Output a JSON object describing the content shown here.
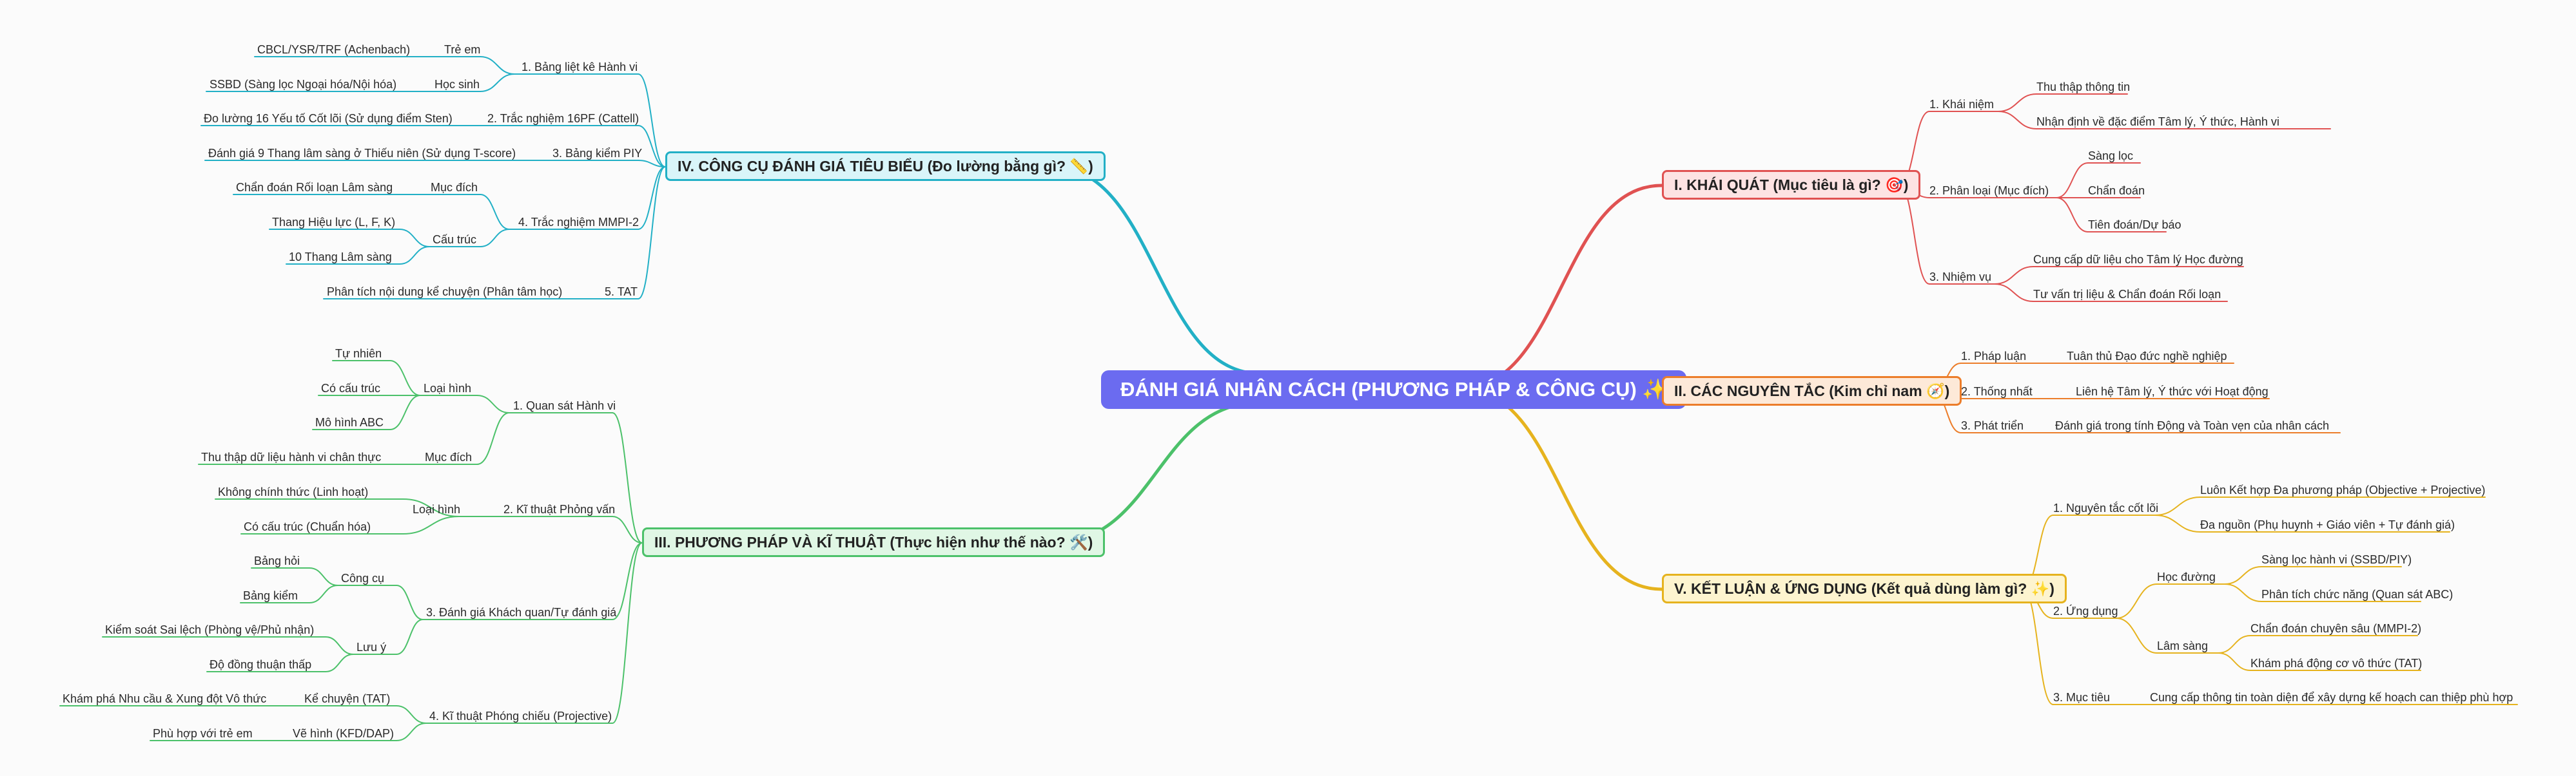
{
  "root": {
    "text": "ĐÁNH GIÁ NHÂN CÁCH (PHƯƠNG PHÁP & CÔNG CỤ) ✨"
  },
  "branches": {
    "b1": "I. KHÁI QUÁT (Mục tiêu là gì? 🎯)",
    "b2": "II. CÁC NGUYÊN TẮC (Kim chỉ nam 🧭)",
    "b5": "V. KẾT LUẬN & ỨNG DỤNG (Kết quả dùng làm gì? ✨)",
    "b3": "III. PHƯƠNG PHÁP VÀ KĨ THUẬT (Thực hiện như thế nào? 🛠️)",
    "b4": "IV. CÔNG CỤ ĐÁNH GIÁ TIÊU BIỂU (Đo lường bằng gì? 📏)"
  },
  "b1": {
    "c1": "1. Khái niệm",
    "c1a": "Thu thập thông tin",
    "c1b": "Nhận định về đặc điểm Tâm lý, Ý thức, Hành vi",
    "c2": "2. Phân loại (Mục đích)",
    "c2a": "Sàng lọc",
    "c2b": "Chẩn đoán",
    "c2c": "Tiên đoán/Dự báo",
    "c3": "3. Nhiệm vụ",
    "c3a": "Cung cấp dữ liệu cho Tâm lý Học đường",
    "c3b": "Tư vấn trị liệu & Chẩn đoán Rối loạn"
  },
  "b2": {
    "c1": "1. Pháp luận",
    "c1a": "Tuân thủ Đạo đức nghề nghiệp",
    "c2": "2. Thống nhất",
    "c2a": "Liên hệ Tâm lý, Ý thức với Hoạt động",
    "c3": "3. Phát triển",
    "c3a": "Đánh giá trong tính Động và Toàn vẹn của nhân cách"
  },
  "b5": {
    "c1": "1. Nguyên tắc cốt lõi",
    "c1a": "Luôn Kết hợp Đa phương pháp (Objective + Projective)",
    "c1b": "Đa nguồn (Phụ huynh + Giáo viên + Tự đánh giá)",
    "c2": "2. Ứng dụng",
    "c2a": "Học đường",
    "c2a1": "Sàng lọc hành vi (SSBD/PIY)",
    "c2a2": "Phân tích chức năng (Quan sát ABC)",
    "c2b": "Lâm sàng",
    "c2b1": "Chẩn đoán chuyên sâu (MMPI-2)",
    "c2b2": "Khám phá động cơ vô thức (TAT)",
    "c3": "3. Mục tiêu",
    "c3a": "Cung cấp thông tin toàn diện để xây dựng kế hoạch can thiệp phù hợp"
  },
  "b4": {
    "c1": "1. Bảng liệt kê Hành vi",
    "c1a": "Trẻ em",
    "c1a1": "CBCL/YSR/TRF (Achenbach)",
    "c1b": "Học sinh",
    "c1b1": "SSBD (Sàng lọc Ngoại hóa/Nội hóa)",
    "c2": "2. Trắc nghiệm 16PF (Cattell)",
    "c2a": "Đo lường 16 Yếu tố Cốt lõi (Sử dụng điểm Sten)",
    "c3": "3. Bảng kiểm PIY",
    "c3a": "Đánh giá 9 Thang lâm sàng ở Thiếu niên (Sử dụng T-score)",
    "c4": "4. Trắc nghiệm MMPI-2",
    "c4a": "Mục đích",
    "c4a1": "Chẩn đoán Rối loạn Lâm sàng",
    "c4b": "Cấu trúc",
    "c4b1": "Thang Hiệu lực (L, F, K)",
    "c4b2": "10 Thang Lâm sàng",
    "c5": "5. TAT",
    "c5a": "Phân tích nội dung kể chuyện (Phân tâm học)"
  },
  "b3": {
    "c1": "1. Quan sát Hành vi",
    "c1a": "Loại hình",
    "c1a1": "Tự nhiên",
    "c1a2": "Có cấu trúc",
    "c1a3": "Mô hình ABC",
    "c1b": "Mục đích",
    "c1b1": "Thu thập dữ liệu hành vi chân thực",
    "c2": "2. Kĩ thuật Phỏng vấn",
    "c2a": "Loại hình",
    "c2a1": "Không chính thức (Linh hoạt)",
    "c2a2": "Có cấu trúc (Chuẩn hóa)",
    "c3": "3. Đánh giá Khách quan/Tự đánh giá",
    "c3a": "Công cụ",
    "c3a1": "Bảng hỏi",
    "c3a2": "Bảng kiểm",
    "c3b": "Lưu ý",
    "c3b1": "Kiểm soát Sai lệch (Phòng vệ/Phủ nhận)",
    "c3b2": "Độ đồng thuận thấp",
    "c4": "4. Kĩ thuật Phóng chiếu (Projective)",
    "c4a": "Kể chuyện (TAT)",
    "c4a1": "Khám phá Nhu cầu & Xung đột Vô thức",
    "c4b": "Vẽ hình (KFD/DAP)",
    "c4b1": "Phù hợp với trẻ em"
  },
  "colors": {
    "root": "#6b6bf0",
    "b1": "#e05252",
    "b1_fill": "#fde3e3",
    "b2": "#ec7d2a",
    "b2_fill": "#fde9d8",
    "b5": "#e6b31e",
    "b5_fill": "#fdf4cf",
    "b3": "#4cc16a",
    "b3_fill": "#e0f7e5",
    "b4": "#22b0c6",
    "b4_fill": "#d9f5f9"
  }
}
